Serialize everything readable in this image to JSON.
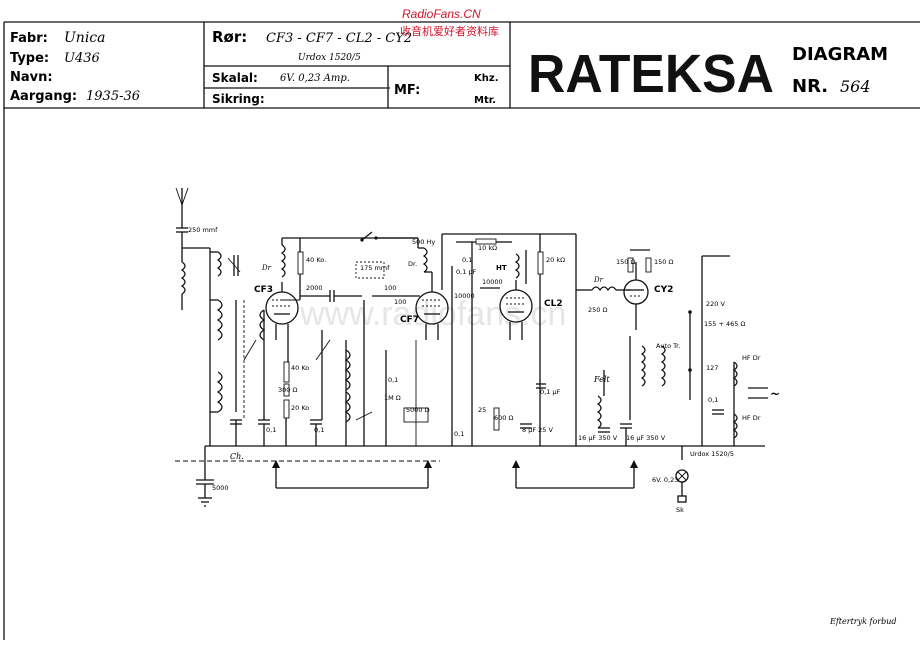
{
  "header": {
    "fabr_label": "Fabr:",
    "fabr_value": "Unica",
    "type_label": "Type:",
    "type_value": "U436",
    "navn_label": "Navn:",
    "navn_value": "",
    "aargang_label": "Aargang:",
    "aargang_value": "1935-36",
    "ror_label": "Rør:",
    "ror_value": "CF3 - CF7 - CL2 - CY2",
    "ror_extra": "Urdox 1520/5",
    "skalal_label": "Skalal:",
    "skalal_value": "6V. 0,23 Amp.",
    "sikring_label": "Sikring:",
    "sikring_value": "",
    "mf_label": "MF:",
    "khz_label": "Khz.",
    "mtr_label": "Mtr.",
    "logo_text": "RATEKSA",
    "diagram_label": "DIAGRAM",
    "nr_label": "NR.",
    "nr_value": "564"
  },
  "watermark": {
    "site": "RadioFans.CN",
    "chinese": "收音机爱好者资料库",
    "faint": "www.radiofans.cn"
  },
  "footer": {
    "note": "Eftertryk forbud"
  },
  "schematic": {
    "tubes": [
      "CF3",
      "CF7",
      "CL2",
      "CY2"
    ],
    "labels": {
      "c_250mmf": "250 mmf",
      "dr1": "Dr",
      "r_40ko": "40 Ko.",
      "c_2000": "2000",
      "c_175": "175 mmf",
      "c_100a": "100",
      "c_100b": "100",
      "c_500hy": "500 Hy",
      "dr_500": "Dr.",
      "r_10ko": "10 kΩ",
      "c_01a": "0,1",
      "c_01b": "0,1 pF",
      "ht": "HT",
      "r_20ko": "20 kΩ",
      "c_10000a": "10000",
      "c_10000b": "10000",
      "r_40kb": "40 Ko",
      "r_300o": "300 Ω",
      "r_20kb": "20 Ko",
      "c_01c": "0,1",
      "c_01d": "0,1",
      "c_1m": "1M Ω",
      "c_01e": "0,1",
      "r_5000": "5000 Ω",
      "c_01f": "0,1",
      "r_25": "25",
      "r_600": "600 Ω",
      "c_8uf": "8 μF 25 V",
      "c_01g": "0,1 μF",
      "dr_250": "Dr",
      "r_250o": "250 Ω",
      "r_150a": "150 Ω",
      "r_150b": "150 Ω",
      "v_220": "220 V",
      "v_155": "155 + 465 Ω",
      "auto_tr": "Auto Tr.",
      "v_127": "127",
      "hf_dr1": "HF Dr",
      "hf_dr2": "HF Dr",
      "felt": "Felt",
      "c_16uf1": "16 μF 350 V",
      "c_16uf2": "16 μF 350 V",
      "c_01h": "0,1",
      "ch": "Ch.",
      "c_5000": "5000",
      "urdox": "Urdox 1520/5",
      "lamp": "6V. 0,23",
      "sk": "Sk",
      "ac": "~"
    }
  }
}
